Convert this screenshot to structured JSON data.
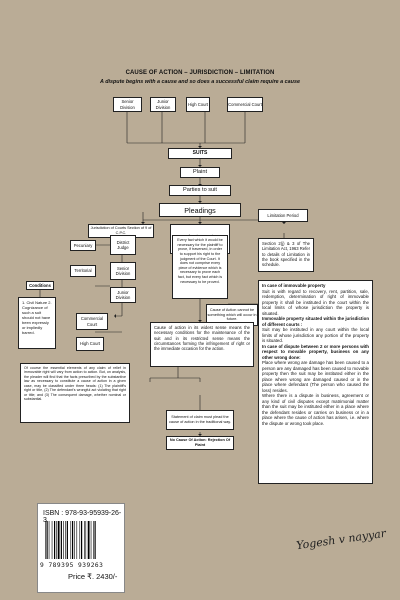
{
  "header": {
    "title": "CAUSE OF ACTION   – JURISDICTION   – LIMITATION",
    "subtitle": "A dispute begins with a cause and so does a successful claim require a cause"
  },
  "boxes": {
    "senior_division": "Senior Division",
    "junior_division": "Junior Division",
    "high_court": "High Court",
    "commercial_court": "Commercial Court",
    "suits": "SUITS",
    "plaint": "Plaint",
    "parties": "Parties to suit",
    "pleadings": "Pleadings",
    "cause_of_action_sec": "Cause of Action Section 20 & Order II Rule 2 of CPC",
    "jurisdiction": "Jurisdiction of Courts Section of 9 of C.P.C.",
    "limitation_period": "Limitation Period",
    "every_fact": "Every fact which it would be necessary for the plaintiff to prove, if traversed, in order to support his right to the judgment of the Court. It does not comprise every piece of evidence which is necessary to prove each fact, but every fact which is necessary to be proved.",
    "section_limitation": "Section 2(j) & 3 of The Limitation Act, 1963 Refer to details of Limitation in the book specified in the schedule.",
    "district_judge": "District Judge",
    "pecuniary": "Pecuniary",
    "senior_division_2": "Senior Division",
    "territorial": "Territorial",
    "conditions": "Conditions",
    "junior_division_2": "Junior Division",
    "conditions_text": "1. Civil Nature 2. Cognizance of such a suit should not have been expressly or impliedly barred.",
    "commercial_court_2": "Commercial Court",
    "high_court_2": "High Court",
    "cannot_be": "Cause of Action cannot be something which will occur in future.",
    "widest_sense": "Cause of action in its widest sense means the necessary conditions for the maintenance of the suit and in its restricted sense means the circumstances forming the infringement of right or the immediate occasion for the action.",
    "essential_elements": "Of course the essential elements of any claim of relief in immovable right will vary from action to action. But, on analysis, the pleader will find that the facts prescribed by the substantive law as necessary to constitute a cause of action in a given case, may be classified under three heads: (1) The plaintiff's right or title, (2) The defendant's wrongful act violating that right or title; and (3) The consequent damage, whether nominal or substantial.",
    "statement_claim": "Statement of claim must plead the cause of action in the traditional way.",
    "no_cause": "No Cause Of Action: Rejection Of Plaint"
  },
  "property": {
    "immovable_title": "In case of immovable property",
    "immovable_text": "Suit is with regard to recovery, rent, partition, sale, redemption, determination of right of immovable property it shall be instituted in the court within the local limits of whose jurisdiction the property is situated.",
    "different_title": "Immovable property situated within the jurisdiction of different courts :",
    "different_text": "Suit may be instituted in any court within the local limits of whose jurisdiction any portion of the property is situated.",
    "between_title": "In case of dispute between 2 or more persons with respect to movable property, business on any other wrong done:",
    "between_text": "Place where wrong are damage has been caused to a person are any damaged has been caused to movable property then the suit may be instituted either in the place where wrong are damaged caused or in the place where defendant (The person who caused the loss) resides.",
    "business_text": "Where there is a dispute in business, agreement or any kind of civil disputes except matrimonial matter than the suit may be instituted either in a place where the defendant resides or carries on business or in a place where the cause of action has arisen, i.e. where the dispute or wrong took place."
  },
  "footer": {
    "isbn": "ISBN : 978-93-95939-26-3",
    "barcode_digits": "9 789395 939263",
    "price": "Price ₹. 2430/-",
    "signature": "Yogesh v nayyar"
  },
  "colors": {
    "background": "#baac96",
    "box": "#ffffff"
  }
}
